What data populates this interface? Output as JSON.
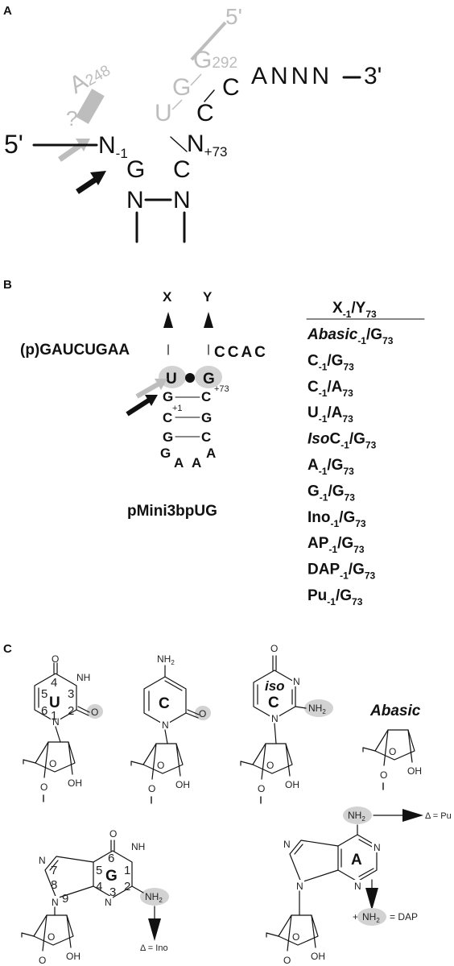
{
  "panel_labels": {
    "a": "A",
    "b": "B",
    "c": "C"
  },
  "panel_a": {
    "five_prime": "5'",
    "gray_five_prime": "5'",
    "three_prime": "3'",
    "tail": "ANNN",
    "a248_base": "A",
    "a248_sub": "248",
    "g292_base": "G",
    "g292_sub": "292",
    "question": "?",
    "n_minus1": "N",
    "n_minus1_sub": "-1",
    "n_plus73": "N",
    "n_plus73_sub": "+73",
    "gray_u": "U",
    "gray_g": "G",
    "c_upper": "C",
    "c_lower": "C",
    "c_bottom": "C",
    "g_pair": "G",
    "n_left": "N",
    "n_right": "N"
  },
  "panel_b": {
    "x": "X",
    "y": "Y",
    "sequence_left": "(p)GAUCUGAA",
    "sequence_right": "CCAC",
    "u_base": "U",
    "g_base": "G",
    "g_sub": "+73",
    "stem_g1": "G",
    "stem_g1_sub": "+1",
    "stem_c1": "C",
    "stem_c2": "C",
    "stem_g2": "G",
    "stem_g3": "G",
    "stem_c3": "C",
    "loop_g": "G",
    "loop_a1": "A",
    "loop_a2": "A",
    "loop_a3": "A",
    "construct_name": "pMini3bpUG",
    "legend_header": {
      "x": "X",
      "xsub": "-1",
      "mid": "/Y",
      "ysub": "73"
    },
    "variants": [
      {
        "a": "Abasic",
        "italic_a": true,
        "b": "",
        "italic_b": false,
        "s1": "-1",
        "y": "/G",
        "s2": "73"
      },
      {
        "a": "C",
        "italic_a": false,
        "b": "",
        "italic_b": false,
        "s1": "-1",
        "y": "/G",
        "s2": "73"
      },
      {
        "a": "C",
        "italic_a": false,
        "b": "",
        "italic_b": false,
        "s1": "-1",
        "y": "/A",
        "s2": "73"
      },
      {
        "a": "U",
        "italic_a": false,
        "b": "",
        "italic_b": false,
        "s1": "-1",
        "y": "/A",
        "s2": "73"
      },
      {
        "a": "Iso",
        "italic_a": true,
        "b": "C",
        "italic_b": false,
        "s1": "-1",
        "y": "/G",
        "s2": "73"
      },
      {
        "a": "A",
        "italic_a": false,
        "b": "",
        "italic_b": false,
        "s1": "-1",
        "y": "/G",
        "s2": "73"
      },
      {
        "a": "G",
        "italic_a": false,
        "b": "",
        "italic_b": false,
        "s1": "-1",
        "y": "/G",
        "s2": "73"
      },
      {
        "a": "Ino",
        "italic_a": false,
        "b": "",
        "italic_b": false,
        "s1": "-1",
        "y": "/G",
        "s2": "73"
      },
      {
        "a": "AP",
        "italic_a": false,
        "b": "",
        "italic_b": false,
        "s1": "-1",
        "y": "/G",
        "s2": "73"
      },
      {
        "a": "DAP",
        "italic_a": false,
        "b": "",
        "italic_b": false,
        "s1": "-1",
        "y": "/G",
        "s2": "73"
      },
      {
        "a": "Pu",
        "italic_a": false,
        "b": "",
        "italic_b": false,
        "s1": "-1",
        "y": "/G",
        "s2": "73"
      }
    ]
  },
  "panel_c": {
    "uridine": {
      "label": "U",
      "o_top": "O",
      "nh": "NH",
      "o_right": "O",
      "n": "N",
      "pos4": "4",
      "pos3": "3",
      "pos5": "5",
      "pos2": "2",
      "pos6": "6",
      "pos1": "1"
    },
    "cytidine": {
      "label": "C",
      "nh2_n": "NH",
      "nh2_s": "2",
      "o": "O",
      "n": "N"
    },
    "isocytidine": {
      "label_iso": "iso",
      "label_c": "C",
      "o": "O",
      "n": "N",
      "nh2_n": "NH",
      "nh2_s": "2"
    },
    "abasic_label": "Abasic",
    "guanosine": {
      "label": "G",
      "o": "O",
      "nh": "NH",
      "nh2_n": "NH",
      "nh2_s": "2",
      "n_a": "N",
      "n_b": "N",
      "n_c": "N",
      "p7": "7",
      "p8": "8",
      "p9": "9",
      "p5": "5",
      "p4": "4",
      "p6": "6",
      "p1": "1",
      "p2": "2",
      "p3": "3",
      "delta": "Δ = Ino"
    },
    "adenosine": {
      "label": "A",
      "nh2_n": "NH",
      "nh2_s": "2",
      "n_a": "N",
      "n_b": "N",
      "n_c": "N",
      "n_d": "N",
      "delta_pu": "Δ = Pu",
      "plus": "+",
      "nh2b_n": "NH",
      "nh2b_s": "2",
      "dap": "= DAP"
    },
    "sugar": {
      "o": "O",
      "oh": "OH"
    }
  }
}
